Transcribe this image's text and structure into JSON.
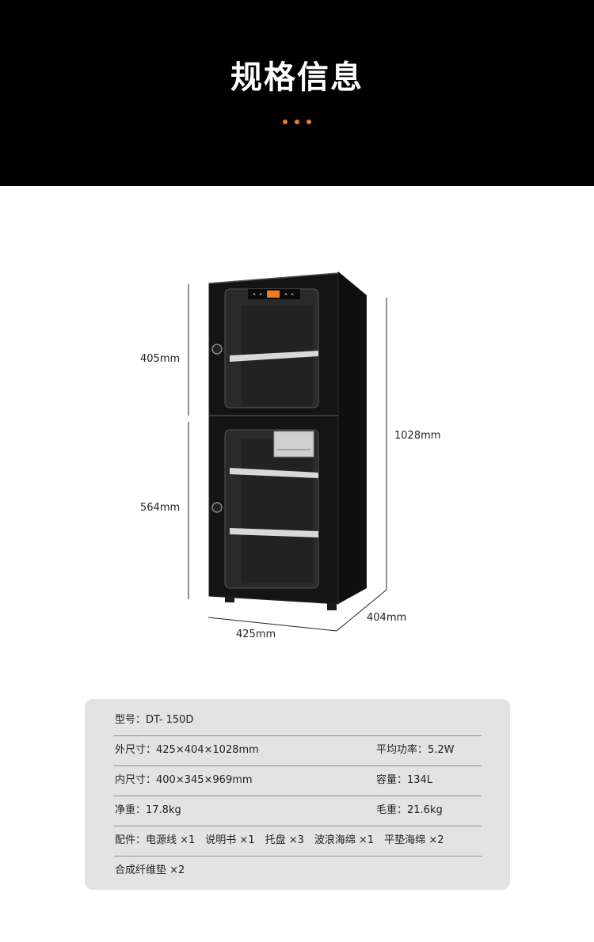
{
  "header": {
    "title": "规格信息",
    "dots_color": "#f37b1d",
    "background": "#000000"
  },
  "product_figure": {
    "dim_upper": "405mm",
    "dim_lower": "564mm",
    "dim_height": "1028mm",
    "dim_width": "425mm",
    "dim_depth": "404mm"
  },
  "specs": {
    "model": "型号：DT- 150D",
    "outer_size": "外尺寸：425×404×1028mm",
    "power": "平均功率：5.2W",
    "inner_size": "内尺寸：400×345×969mm",
    "capacity": "容量：134L",
    "net_weight": "净重：17.8kg",
    "gross_weight": "毛重：21.6kg",
    "accessories": "配件：电源线 ×1　说明书 ×1　托盘 ×3　波浪海绵 ×1　平垫海绵 ×2",
    "accessories_2": "合成纤维垫 ×2"
  }
}
